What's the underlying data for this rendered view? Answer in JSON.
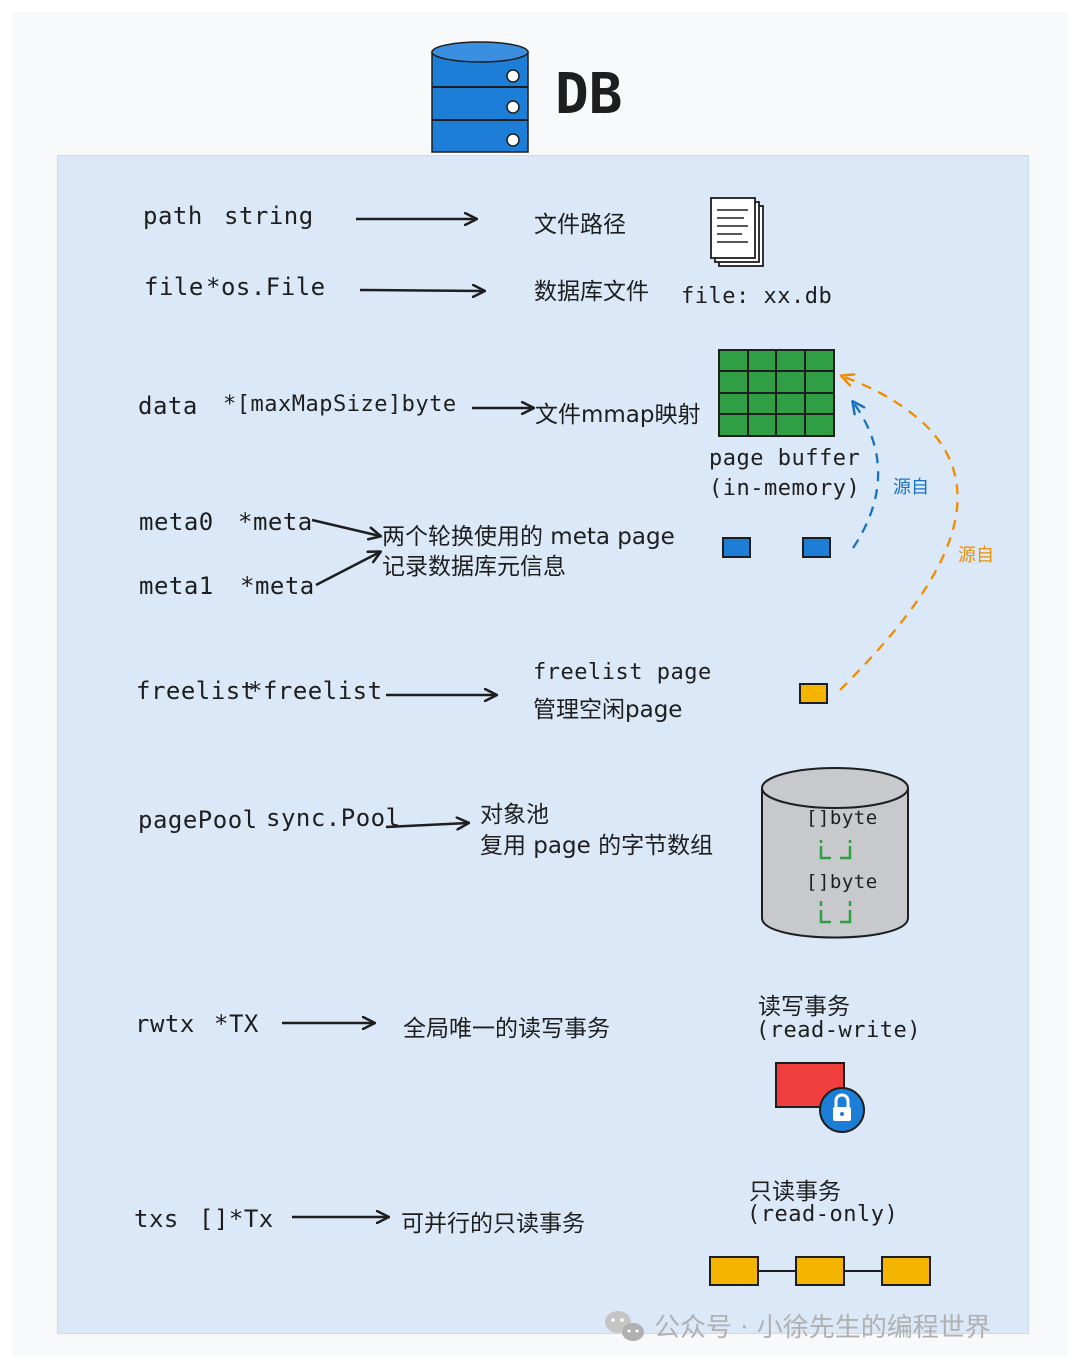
{
  "title": "DB",
  "fields": [
    {
      "name": "path",
      "type": "string",
      "desc": "文件路径"
    },
    {
      "name": "file",
      "type": "*os.File",
      "desc": "数据库文件",
      "note": "file: xx.db"
    },
    {
      "name": "data",
      "type": "*[maxMapSize]byte",
      "desc": "文件mmap映射"
    },
    {
      "name": "meta0",
      "type": "*meta"
    },
    {
      "name": "meta1",
      "type": "*meta"
    },
    {
      "name": "freelist",
      "type": "*freelist"
    },
    {
      "name": "pagePool",
      "type": "sync.Pool"
    },
    {
      "name": "rwtx",
      "type": "*TX",
      "desc": "全局唯一的读写事务"
    },
    {
      "name": "txs",
      "type": "[]*Tx",
      "desc": "可并行的只读事务"
    }
  ],
  "meta_desc": {
    "line1": "两个轮换使用的 meta page",
    "line2": "记录数据库元信息"
  },
  "freelist_desc": {
    "line1": "freelist page",
    "line2": "管理空闲page"
  },
  "pagepool_desc": {
    "line1": "对象池",
    "line2": "复用 page 的字节数组"
  },
  "page_buffer": {
    "line1": "page buffer",
    "line2": "(in-memory)"
  },
  "pool_items": [
    "[]byte",
    "[]byte"
  ],
  "source_label_blue": "源自",
  "source_label_orange": "源自",
  "rw_label": {
    "line1": "读写事务",
    "line2": "(read-write)"
  },
  "ro_label": {
    "line1": "只读事务",
    "line2": "(read-only)"
  },
  "watermark": "公众号 · 小徐先生的编程世界",
  "colors": {
    "panel": "#dbe8f8",
    "db_icon": "#1971c2",
    "grid": "#2f9e44",
    "meta": "#1c7ed6",
    "freelist": "#f5b400",
    "rw": "#f03e3e",
    "ro": "#f5b400",
    "blue_arrow": "#1971c2",
    "orange_arrow": "#f08c00"
  }
}
